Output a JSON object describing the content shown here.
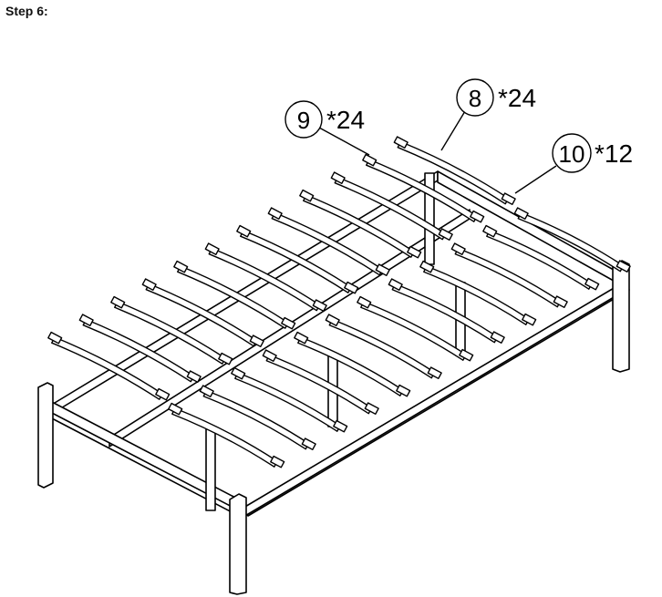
{
  "step": {
    "title": "Step 6:"
  },
  "callouts": [
    {
      "number": "9",
      "quantity": "*24"
    },
    {
      "number": "8",
      "quantity": "*24"
    },
    {
      "number": "10",
      "quantity": "*12"
    }
  ],
  "colors": {
    "line": "#000000",
    "slat": "#ffffff",
    "background": "#ffffff"
  }
}
